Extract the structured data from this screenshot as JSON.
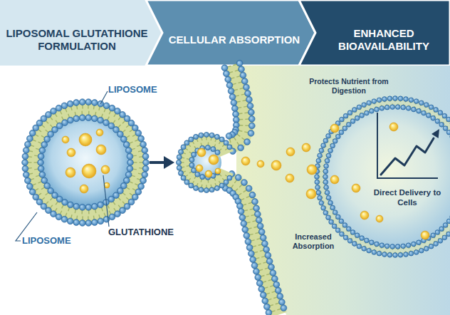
{
  "diagram": {
    "nodes": [
      {
        "text": [
          "LIPOSOMAL GLUTATHIONE FORMULATION"
        ]
      },
      {
        "text": [
          "CELLULAR ABSORPTION"
        ]
      },
      {
        "text": [
          "ENHANCED BIOAVAILABILITY"
        ]
      },
      {
        "text": [
          "Protects Nutrient from Digestion",
          "Increased Absorption"
        ]
      },
      {
        "text": [
          "Direct Delivery to Cells"
        ],
        "in": 3
      }
    ],
    "labels": [
      "LIPOSOME",
      "GLUTATHIONE",
      "LIPOSOME"
    ]
  }
}
